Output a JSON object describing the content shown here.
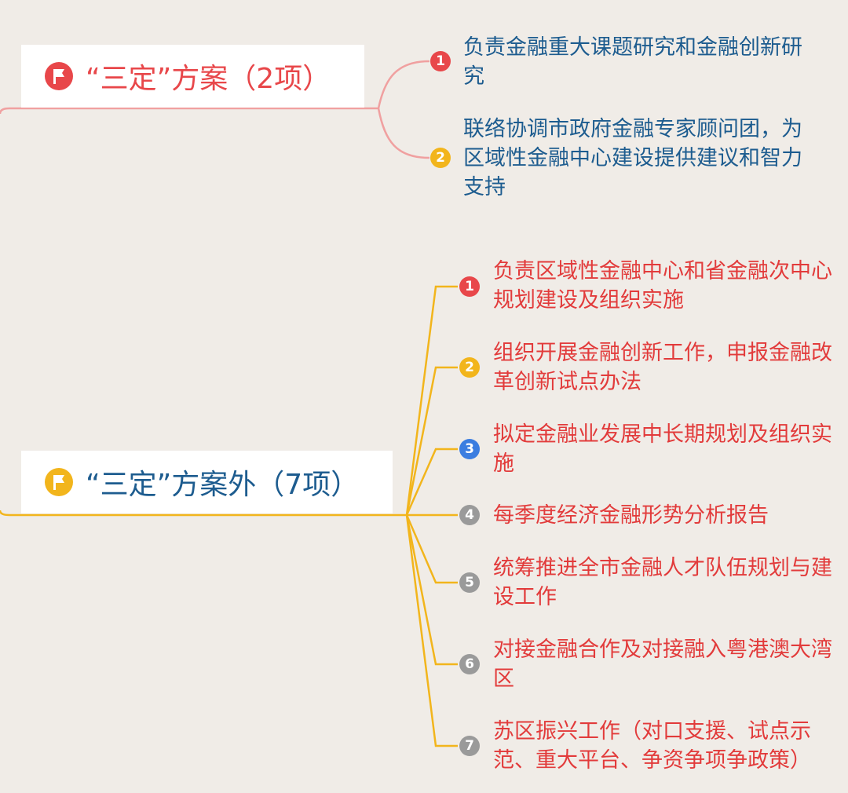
{
  "colors": {
    "background": "#f0ece7",
    "red": "#e8474a",
    "yellow": "#f2b51c",
    "blue": "#3b7de0",
    "grey": "#9a9a9a",
    "navy_text": "#1d5c8f",
    "red_text": "#e23b3b"
  },
  "icons": {
    "topic": "flag-icon"
  },
  "group1": {
    "title": "“三定”方案（2项）",
    "items": [
      {
        "num": "1",
        "text": "负责金融重大课题研究和金融创新研究"
      },
      {
        "num": "2",
        "text": "联络协调市政府金融专家顾问团，为区域性金融中心建设提供建议和智力支持"
      }
    ]
  },
  "group2": {
    "title": "“三定”方案外（7项）",
    "items": [
      {
        "num": "1",
        "text": "负责区域性金融中心和省金融次中心规划建设及组织实施"
      },
      {
        "num": "2",
        "text": "组织开展金融创新工作，申报金融改革创新试点办法"
      },
      {
        "num": "3",
        "text": "拟定金融业发展中长期规划及组织实施"
      },
      {
        "num": "4",
        "text": "每季度经济金融形势分析报告"
      },
      {
        "num": "5",
        "text": "统筹推进全市金融人才队伍规划与建设工作"
      },
      {
        "num": "6",
        "text": "对接金融合作及对接融入粤港澳大湾区"
      },
      {
        "num": "7",
        "text": "苏区振兴工作（对口支援、试点示范、重大平台、争资争项争政策）"
      }
    ]
  }
}
